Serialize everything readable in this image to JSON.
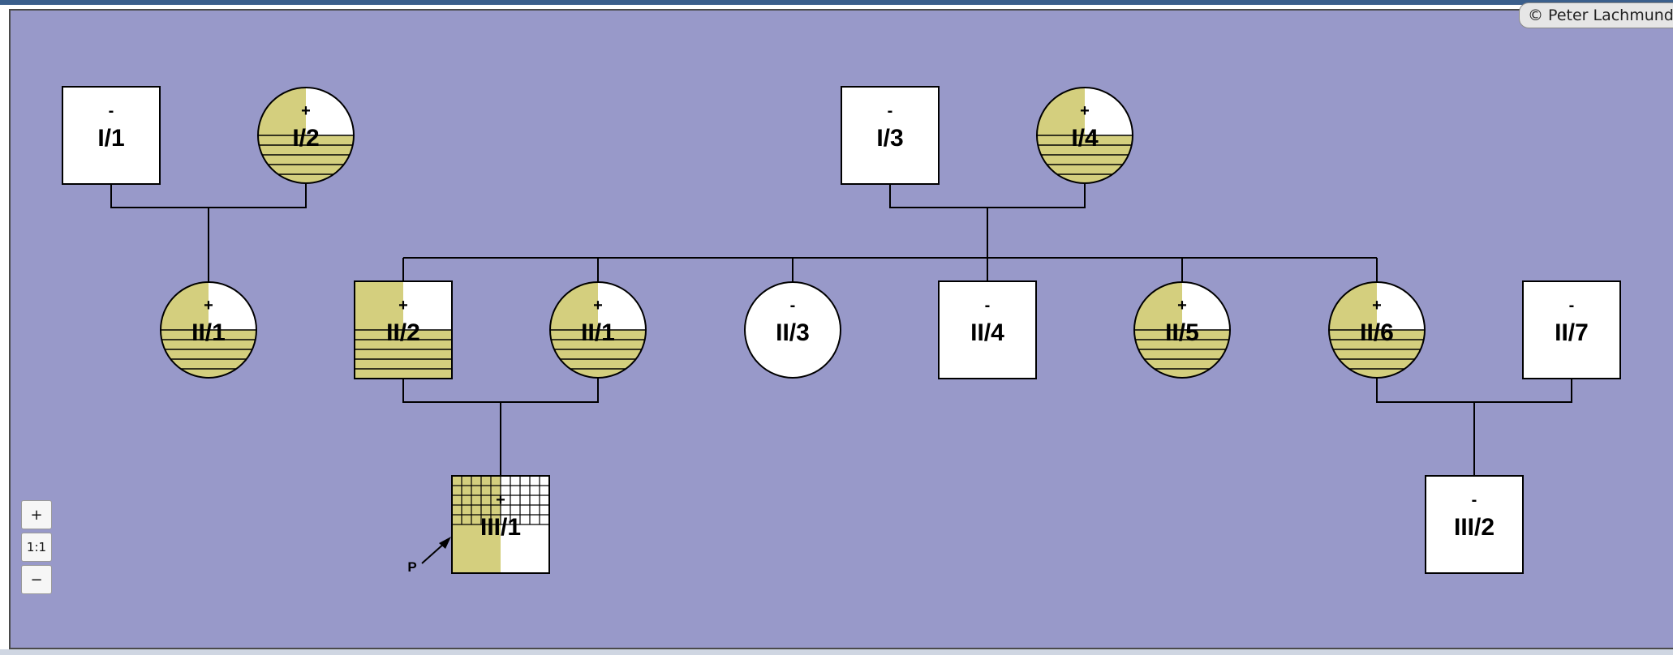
{
  "copyright": "© Peter Lachmund",
  "zoom": {
    "zoom_in": "+",
    "reset": "1:1",
    "zoom_out": "−"
  },
  "proband_marker": "P",
  "colors": {
    "background": "#9899c9",
    "affected_fill": "#d4cf7e",
    "line": "#000000",
    "node_fill": "#ffffff"
  },
  "individuals": [
    {
      "id": "I/1",
      "sex": "male",
      "sign": "-",
      "pattern": "none"
    },
    {
      "id": "I/2",
      "sex": "female",
      "sign": "+",
      "pattern": "half-lines"
    },
    {
      "id": "I/3",
      "sex": "male",
      "sign": "-",
      "pattern": "none"
    },
    {
      "id": "I/4",
      "sex": "female",
      "sign": "+",
      "pattern": "half-lines"
    },
    {
      "id": "II/1",
      "sex": "female",
      "sign": "+",
      "pattern": "half-lines"
    },
    {
      "id": "II/2",
      "sex": "male",
      "sign": "+",
      "pattern": "half-lines"
    },
    {
      "id": "II/1",
      "sex": "female",
      "sign": "+",
      "pattern": "half-lines"
    },
    {
      "id": "II/3",
      "sex": "female",
      "sign": "-",
      "pattern": "none"
    },
    {
      "id": "II/4",
      "sex": "male",
      "sign": "-",
      "pattern": "none"
    },
    {
      "id": "II/5",
      "sex": "female",
      "sign": "+",
      "pattern": "half-lines"
    },
    {
      "id": "II/6",
      "sex": "female",
      "sign": "+",
      "pattern": "half-lines"
    },
    {
      "id": "II/7",
      "sex": "male",
      "sign": "-",
      "pattern": "none"
    },
    {
      "id": "III/1",
      "sex": "male",
      "sign": "+",
      "pattern": "half-grid",
      "proband": true
    },
    {
      "id": "III/2",
      "sex": "male",
      "sign": "-",
      "pattern": "none"
    }
  ]
}
